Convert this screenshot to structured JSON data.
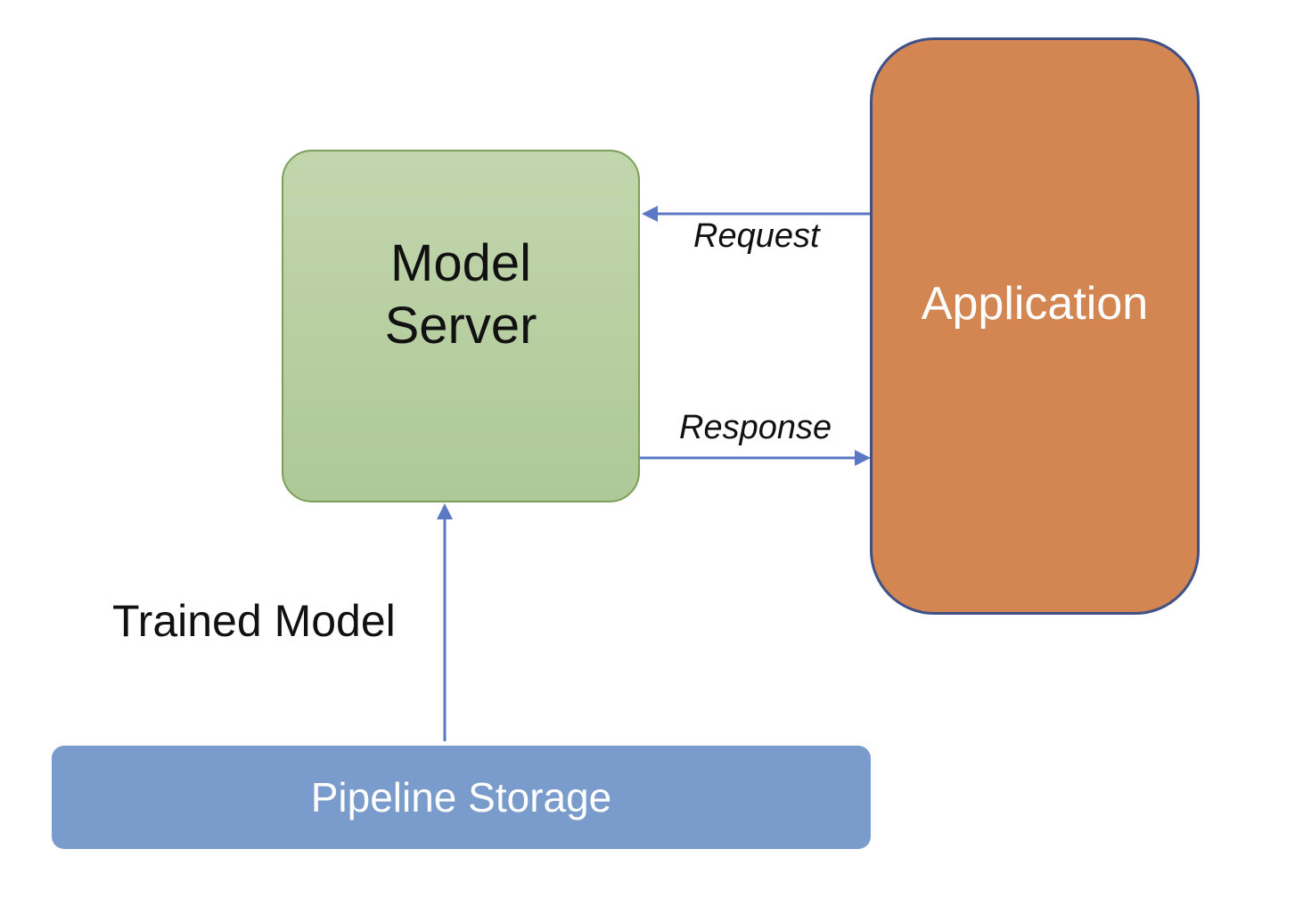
{
  "nodes": {
    "model_server": {
      "line1": "Model",
      "line2": "Server",
      "fill": "#b8d0a3"
    },
    "application": {
      "label": "Application",
      "fill": "#d38552"
    },
    "pipeline_storage": {
      "label": "Pipeline Storage",
      "fill": "#7a9ccc"
    }
  },
  "edges": {
    "request": {
      "label": "Request",
      "from": "Application",
      "to": "Model Server"
    },
    "response": {
      "label": "Response",
      "from": "Model Server",
      "to": "Application"
    },
    "trained_model": {
      "label": "Trained Model",
      "from": "Pipeline Storage",
      "to": "Model Server"
    }
  },
  "colors": {
    "arrow": "#5a78c4"
  }
}
